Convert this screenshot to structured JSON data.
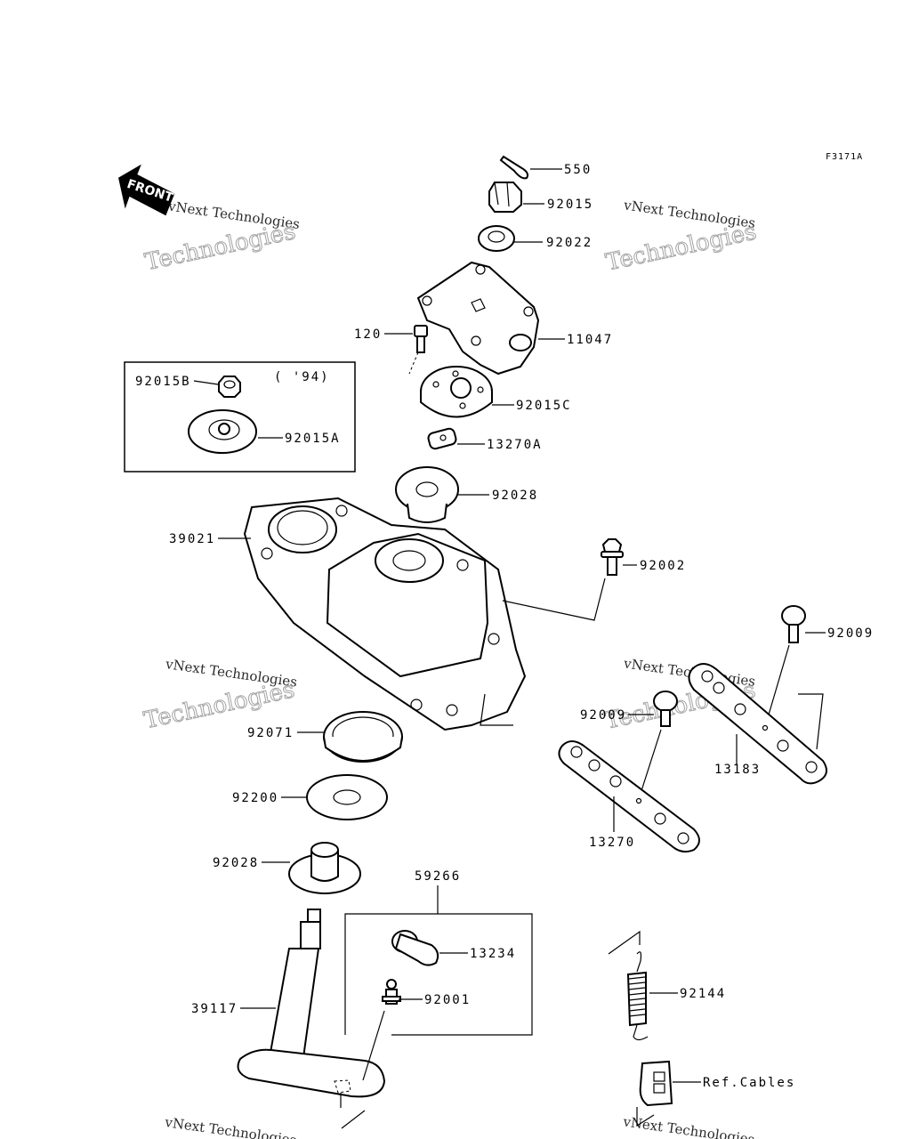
{
  "diagram_code": "F3171A",
  "front_label": "FRONT",
  "watermark": {
    "line1": "vNext Technologies",
    "line2": "Technologies"
  },
  "year_note": "( '94)",
  "callouts": {
    "p550": "550",
    "p92015": "92015",
    "p92022": "92022",
    "p120": "120",
    "p11047": "11047",
    "p92015C": "92015C",
    "p92015B": "92015B",
    "p92015A": "92015A",
    "p13270A": "13270A",
    "p92028a": "92028",
    "p39021": "39021",
    "p92002": "92002",
    "p92009a": "92009",
    "p92009b": "92009",
    "p13183": "13183",
    "p13270": "13270",
    "p92071": "92071",
    "p92200": "92200",
    "p92028b": "92028",
    "p59266": "59266",
    "p13234": "13234",
    "p92001": "92001",
    "p39117": "39117",
    "p92144": "92144",
    "ref_cables": "Ref.Cables"
  }
}
